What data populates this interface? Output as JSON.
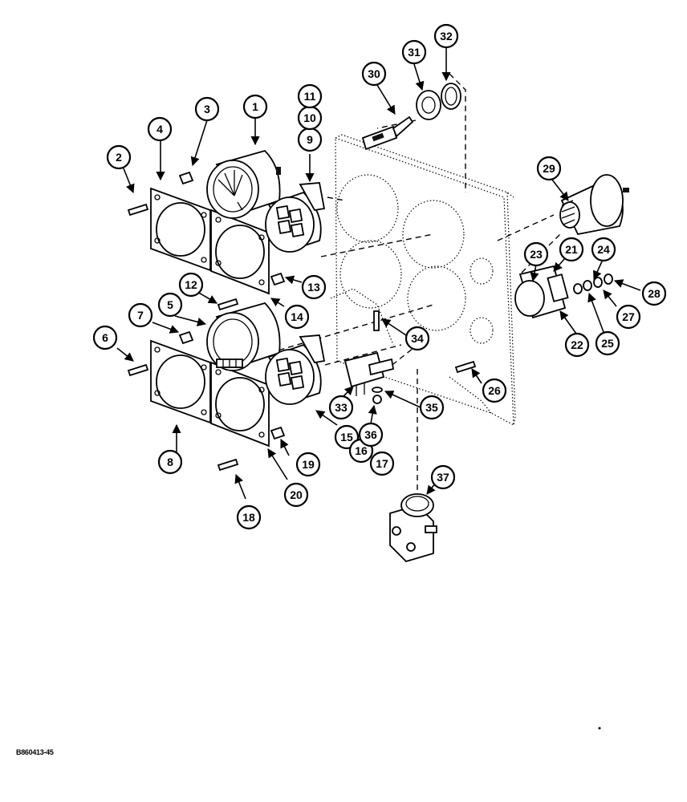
{
  "drawing_code": "B860413-45",
  "callouts": [
    "1",
    "2",
    "3",
    "4",
    "5",
    "6",
    "7",
    "8",
    "9",
    "10",
    "11",
    "12",
    "13",
    "14",
    "15",
    "16",
    "17",
    "18",
    "19",
    "20",
    "21",
    "22",
    "23",
    "24",
    "25",
    "26",
    "27",
    "28",
    "29",
    "30",
    "31",
    "32",
    "33",
    "34",
    "35",
    "36",
    "37"
  ]
}
